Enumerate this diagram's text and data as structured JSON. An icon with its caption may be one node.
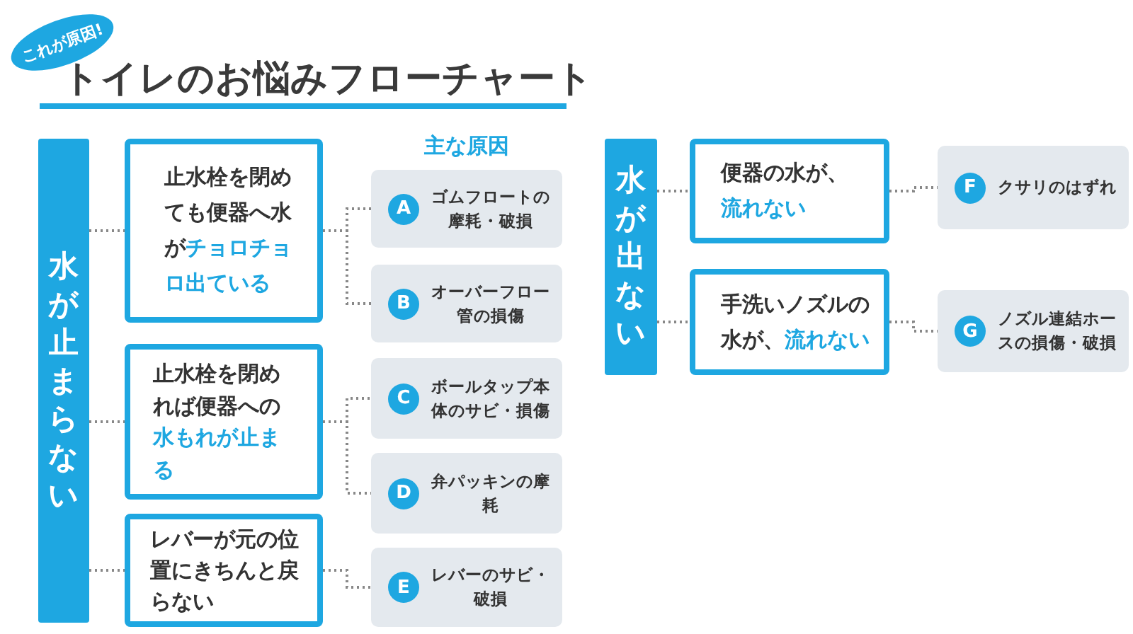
{
  "diagram": {
    "title": "トイレのお悩みフローチャート",
    "nodes": [
      {
        "text": [
          "水が止まらない"
        ]
      },
      {
        "text": [
          "止水栓を閉めても便器へ水が",
          "チョロチョロ出ている"
        ]
      },
      {
        "text": [
          "止水栓を閉めれば便器への",
          "水もれが止まる"
        ]
      },
      {
        "text": [
          "レバーが元の位置にきちんと戻らない"
        ]
      },
      {
        "text": [
          "A",
          "ゴムフロートの摩耗・破損"
        ]
      },
      {
        "text": [
          "B",
          "オーバーフロー管の損傷"
        ]
      },
      {
        "text": [
          "C",
          "ボールタップ本体のサビ・損傷"
        ]
      },
      {
        "text": [
          "D",
          "弁パッキンの摩耗"
        ]
      },
      {
        "text": [
          "E",
          "レバーのサビ・破損"
        ]
      },
      {
        "text": [
          "水が出ない"
        ]
      },
      {
        "text": [
          "便器の水が、",
          "流れない"
        ]
      },
      {
        "text": [
          "手洗いノズルの水が、",
          "流れない"
        ]
      },
      {
        "text": [
          "F",
          "クサリのはずれ"
        ]
      },
      {
        "text": [
          "G",
          "ノズル連結ホースの損傷・破損"
        ]
      }
    ],
    "edges": [
      {
        "from": 0,
        "to": 1,
        "arrow": "none"
      },
      {
        "from": 0,
        "to": 2,
        "arrow": "none"
      },
      {
        "from": 0,
        "to": 3,
        "arrow": "none"
      },
      {
        "from": 1,
        "to": 4,
        "arrow": "none"
      },
      {
        "from": 1,
        "to": 5,
        "arrow": "none"
      },
      {
        "from": 2,
        "to": 6,
        "arrow": "none"
      },
      {
        "from": 2,
        "to": 7,
        "arrow": "none"
      },
      {
        "from": 3,
        "to": 8,
        "arrow": "none"
      },
      {
        "from": 9,
        "to": 10,
        "arrow": "none"
      },
      {
        "from": 9,
        "to": 11,
        "arrow": "none"
      },
      {
        "from": 10,
        "to": 12,
        "arrow": "none"
      },
      {
        "from": 11,
        "to": 13,
        "arrow": "none"
      }
    ],
    "labels": [
      "これが原因!",
      "主な原因"
    ]
  }
}
